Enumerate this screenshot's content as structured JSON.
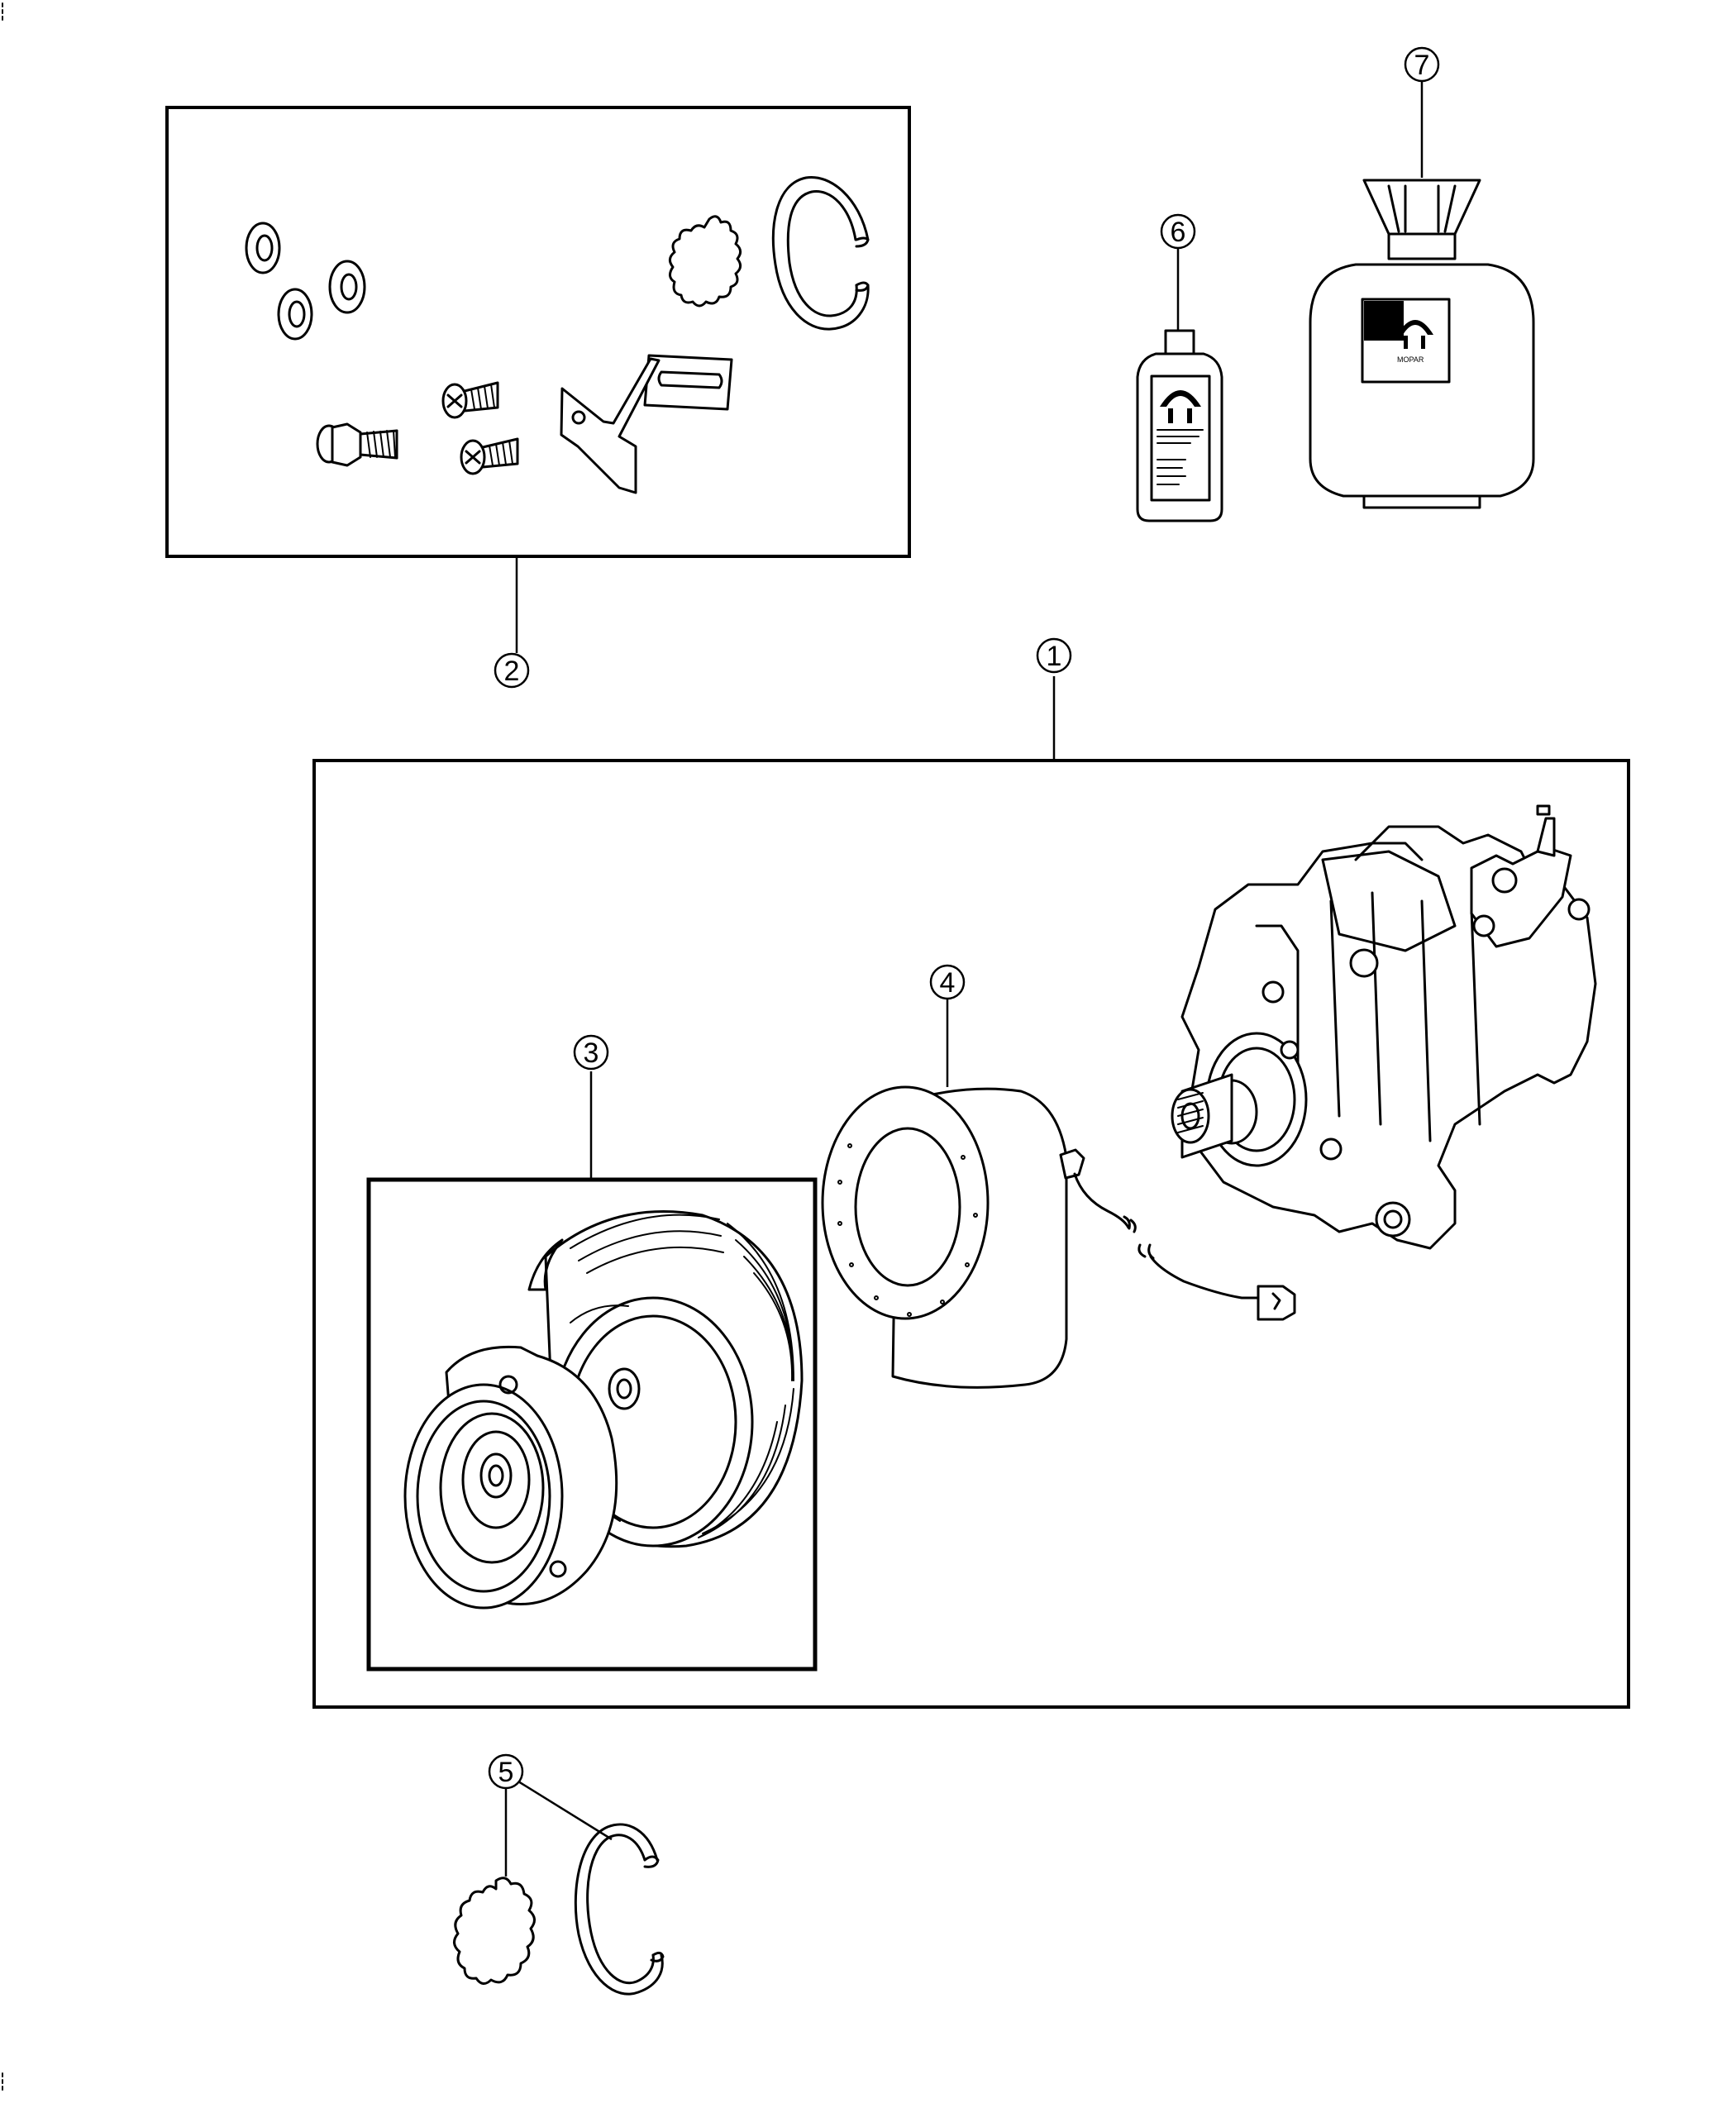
{
  "callouts": [
    {
      "id": "callout-1",
      "label": "1"
    },
    {
      "id": "callout-2",
      "label": "2"
    },
    {
      "id": "callout-3",
      "label": "3"
    },
    {
      "id": "callout-4",
      "label": "4"
    },
    {
      "id": "callout-5",
      "label": "5"
    },
    {
      "id": "callout-6",
      "label": "6"
    },
    {
      "id": "callout-7",
      "label": "7"
    }
  ],
  "container_label": "MOPAR",
  "colors": {
    "line": "#000000",
    "background": "#ffffff"
  }
}
